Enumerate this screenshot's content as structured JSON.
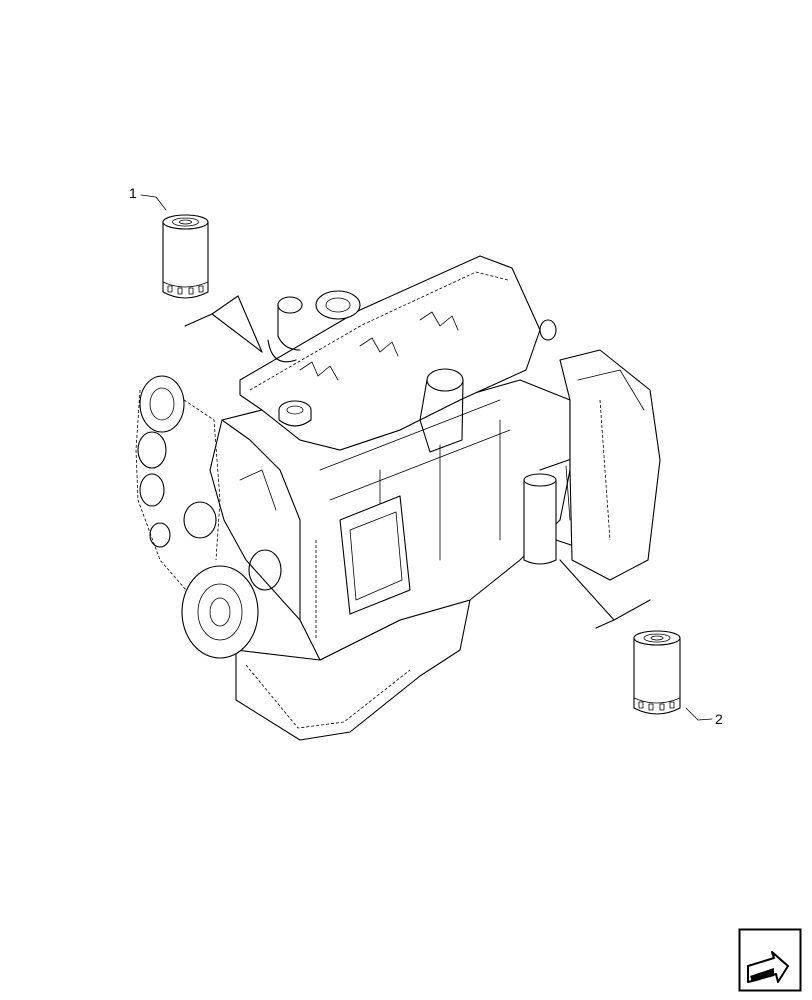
{
  "diagram": {
    "callouts": [
      {
        "id": "1",
        "label": "1"
      },
      {
        "id": "2",
        "label": "2"
      }
    ]
  },
  "icons": {
    "nav": "next-page-arrow-icon"
  }
}
